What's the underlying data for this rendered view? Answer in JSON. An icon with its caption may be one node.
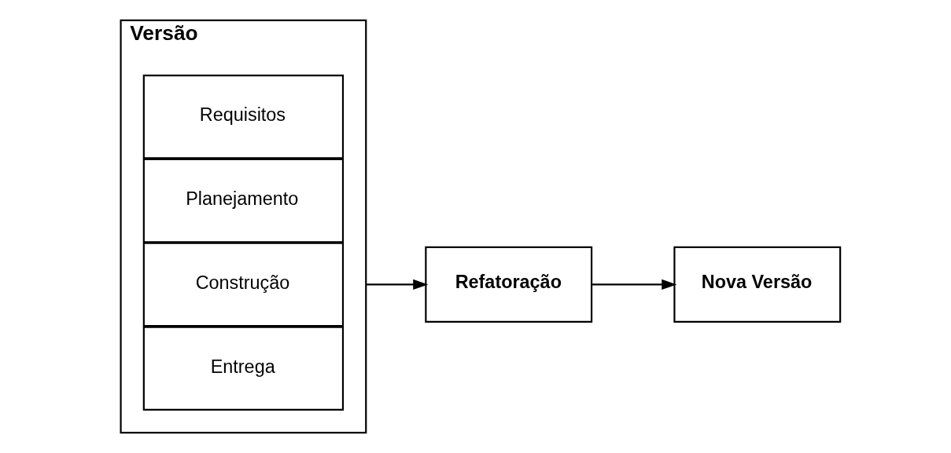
{
  "diagram": {
    "nodes": [
      {
        "text": [
          "Versão"
        ]
      },
      {
        "text": [
          "Requisitos"
        ],
        "in": 0
      },
      {
        "text": [
          "Planejamento"
        ],
        "in": 0
      },
      {
        "text": [
          "Construção"
        ],
        "in": 0
      },
      {
        "text": [
          "Entrega"
        ],
        "in": 0
      },
      {
        "text": [
          "Refatoração"
        ]
      },
      {
        "text": [
          "Nova Versão"
        ]
      }
    ],
    "edges": [
      {
        "from": 0,
        "to": 5,
        "arrow": "to"
      },
      {
        "from": 5,
        "to": 6,
        "arrow": "to"
      }
    ]
  }
}
